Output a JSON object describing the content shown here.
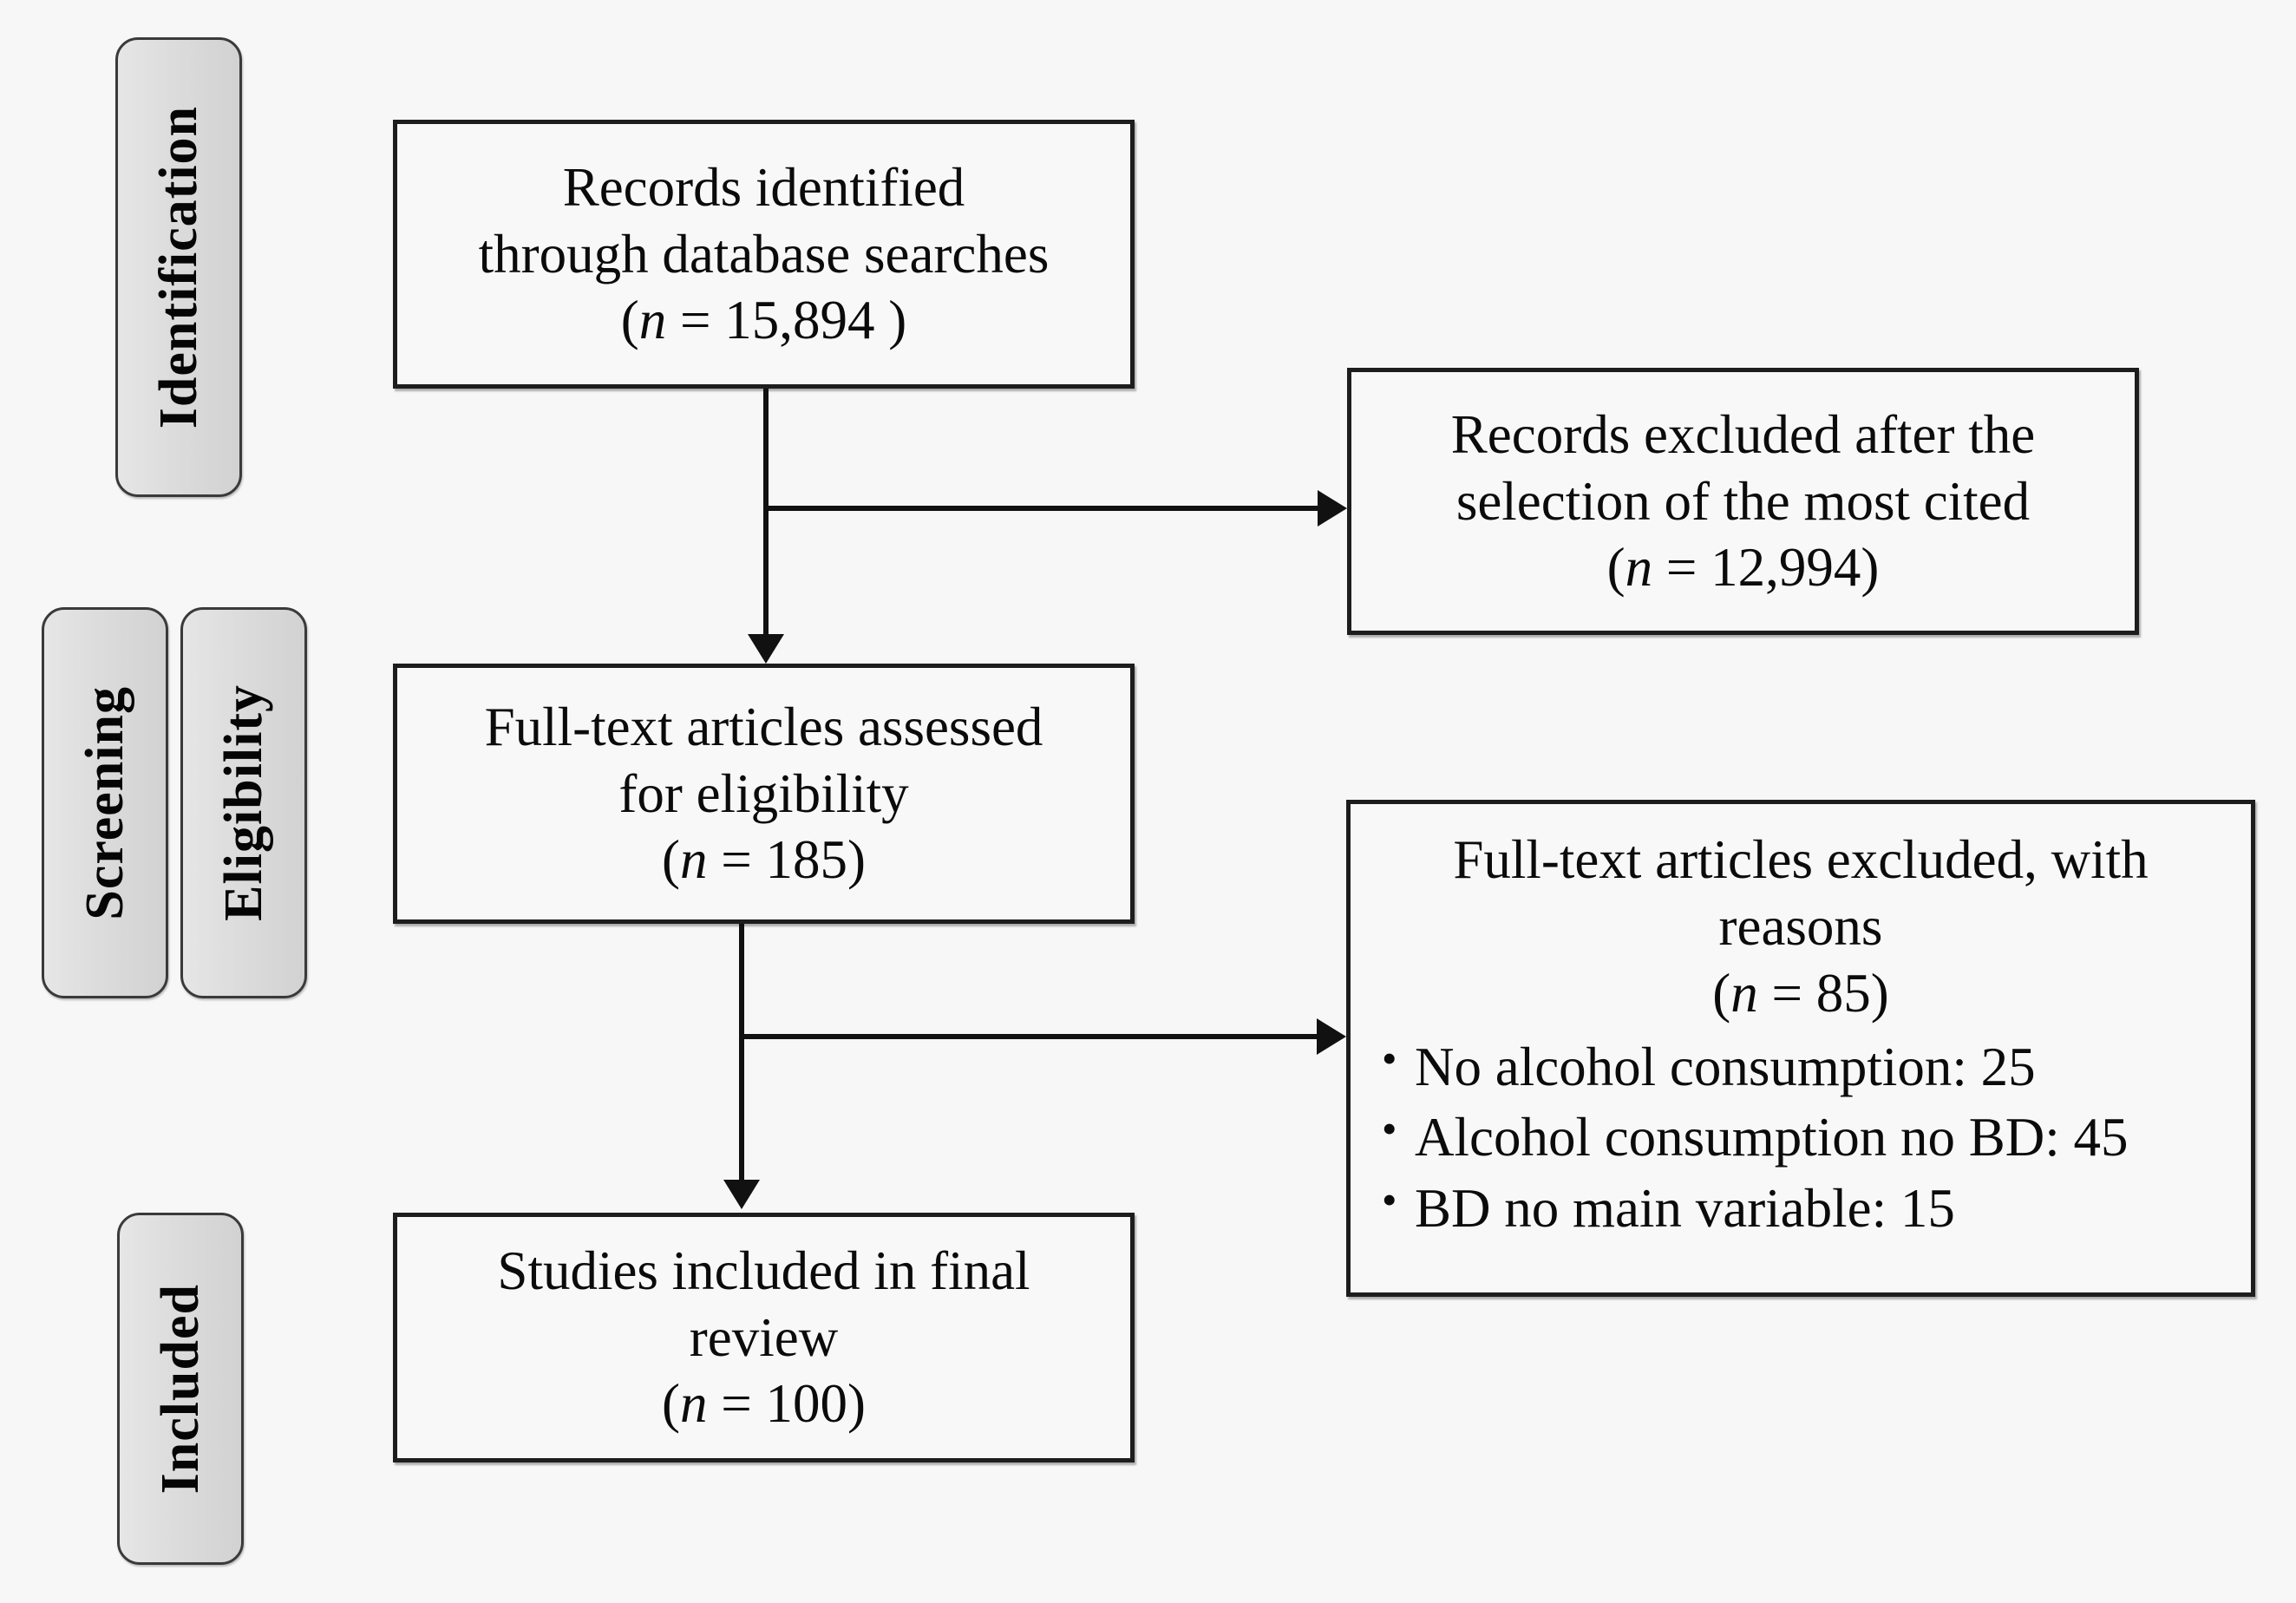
{
  "figure": {
    "type": "prisma-flow-diagram",
    "background_color": "#f7f7f7",
    "box_border_color": "#1d1d1d",
    "tab_fill_color": "#dcdcdc"
  },
  "stages": [
    {
      "id": "identification",
      "label": "Identification"
    },
    {
      "id": "screening",
      "label": "Screening"
    },
    {
      "id": "eligibility",
      "label": "Eligibility"
    },
    {
      "id": "included",
      "label": "Included"
    }
  ],
  "boxes": {
    "records_identified": {
      "line1": "Records identified",
      "line2": "through database searches",
      "count_prefix": "(",
      "count_n": "n",
      "count_eq": " = ",
      "count_value": "15,894 ",
      "count_suffix": ")",
      "count_full": "(n = 15,894 )"
    },
    "records_excluded": {
      "line1": "Records excluded after the",
      "line2": "selection of the most cited",
      "count_full": "(n = 12,994)",
      "count_n": "n",
      "count_eq": " = ",
      "count_value": "12,994",
      "count_prefix": "(",
      "count_suffix": ")"
    },
    "fulltext_assessed": {
      "line1": "Full-text articles assessed",
      "line2": "for eligibility",
      "count_full": "(n = 185)",
      "count_n": "n",
      "count_eq": " = ",
      "count_value": "185",
      "count_prefix": "(",
      "count_suffix": ")"
    },
    "fulltext_excluded": {
      "line1": "Full-text articles excluded, with",
      "line2": "reasons",
      "count_full": "(n = 85)",
      "count_n": "n",
      "count_eq": " = ",
      "count_value": "85",
      "count_prefix": "(",
      "count_suffix": ")",
      "reasons": [
        "No alcohol consumption:  25",
        "Alcohol consumption no BD: 45",
        "BD no main variable: 15"
      ]
    },
    "studies_included": {
      "line1": "Studies included in final",
      "line2": "review",
      "count_full": "(n = 100)",
      "count_n": "n",
      "count_eq": " = ",
      "count_value": "100",
      "count_prefix": "(",
      "count_suffix": ")"
    }
  },
  "connectors": [
    {
      "id": "identified-to-assessed",
      "kind": "vertical-arrow"
    },
    {
      "id": "identified-to-excluded",
      "kind": "horizontal-arrow"
    },
    {
      "id": "assessed-to-included",
      "kind": "vertical-arrow"
    },
    {
      "id": "assessed-to-fulltext-excluded",
      "kind": "horizontal-arrow"
    }
  ]
}
